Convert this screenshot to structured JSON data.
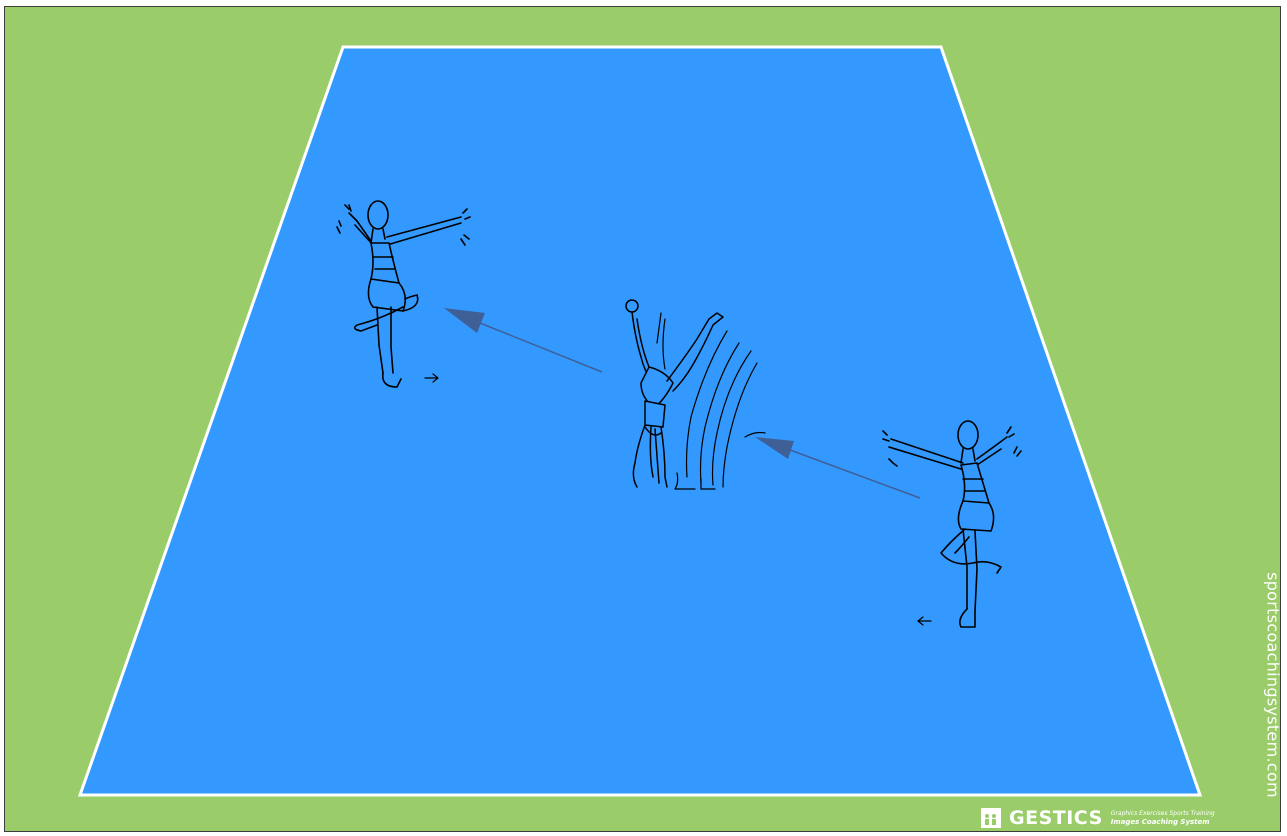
{
  "diagram": {
    "pitch_color": "#3399ff",
    "surround_color": "#9acd6a",
    "line_color": "#ffffff",
    "arrow_color": "#3f5f97",
    "figures": [
      {
        "role": "receiving-dancer",
        "pose": "passe-arms-raised"
      },
      {
        "role": "cartwheel-performer",
        "pose": "cartwheel-motion"
      },
      {
        "role": "starting-dancer",
        "pose": "passe-arms-raised"
      }
    ],
    "arrows": [
      "pass-to-center",
      "pass-to-left"
    ]
  },
  "watermark": "sportscoachingsystem.com",
  "brand": {
    "name": "GESTICS",
    "tagline_1": "Graphics Exercises Sports Training",
    "tagline_2": "Images Coaching System",
    "icon": "figures-icon"
  }
}
